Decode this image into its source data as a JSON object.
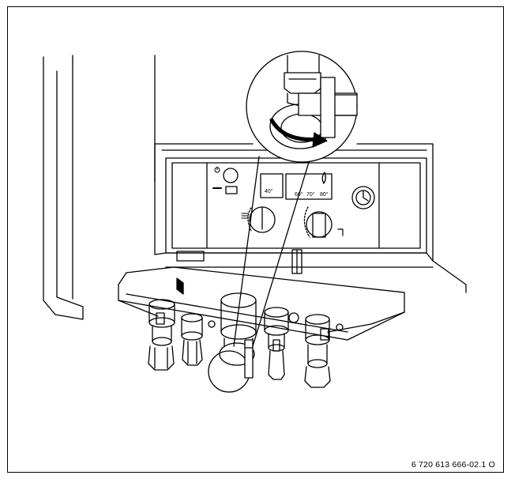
{
  "figure": {
    "id": "6 720 613 666-02.1 O"
  },
  "control_panel": {
    "hot_water_dial": {
      "left_label": "40°",
      "labels": [
        "60°",
        "70°",
        "80°"
      ]
    }
  }
}
